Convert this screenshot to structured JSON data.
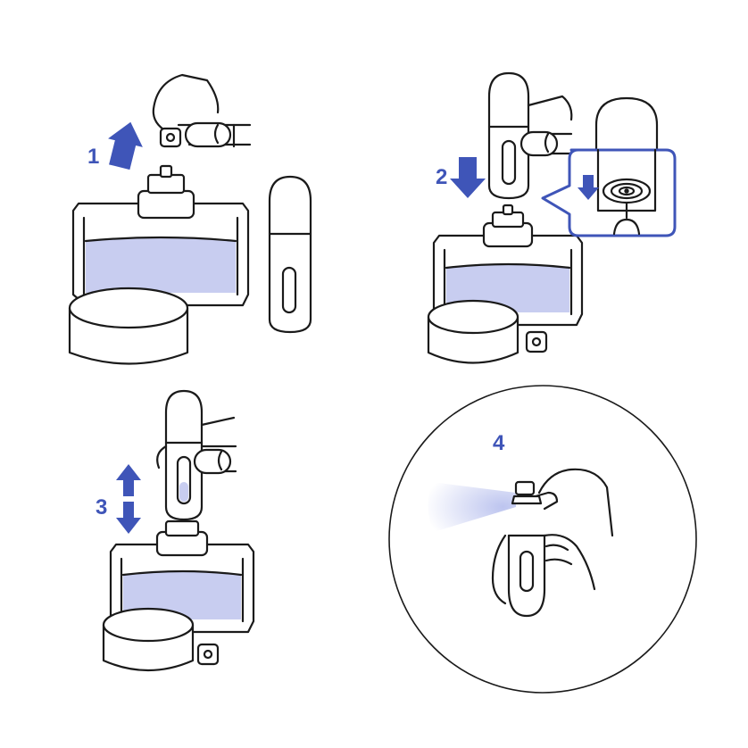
{
  "colors": {
    "accent": "#3f55b8",
    "liquid": "#c8cdf0",
    "liquid_light": "#dde1f7",
    "stroke": "#1a1a1a",
    "background": "#ffffff"
  },
  "steps": [
    {
      "number": "1",
      "icon": "arrow-up-icon"
    },
    {
      "number": "2",
      "icon": "arrow-down-icon"
    },
    {
      "number": "3",
      "icon": "arrow-up-down-icon"
    },
    {
      "number": "4",
      "icon": "spray-icon"
    }
  ]
}
